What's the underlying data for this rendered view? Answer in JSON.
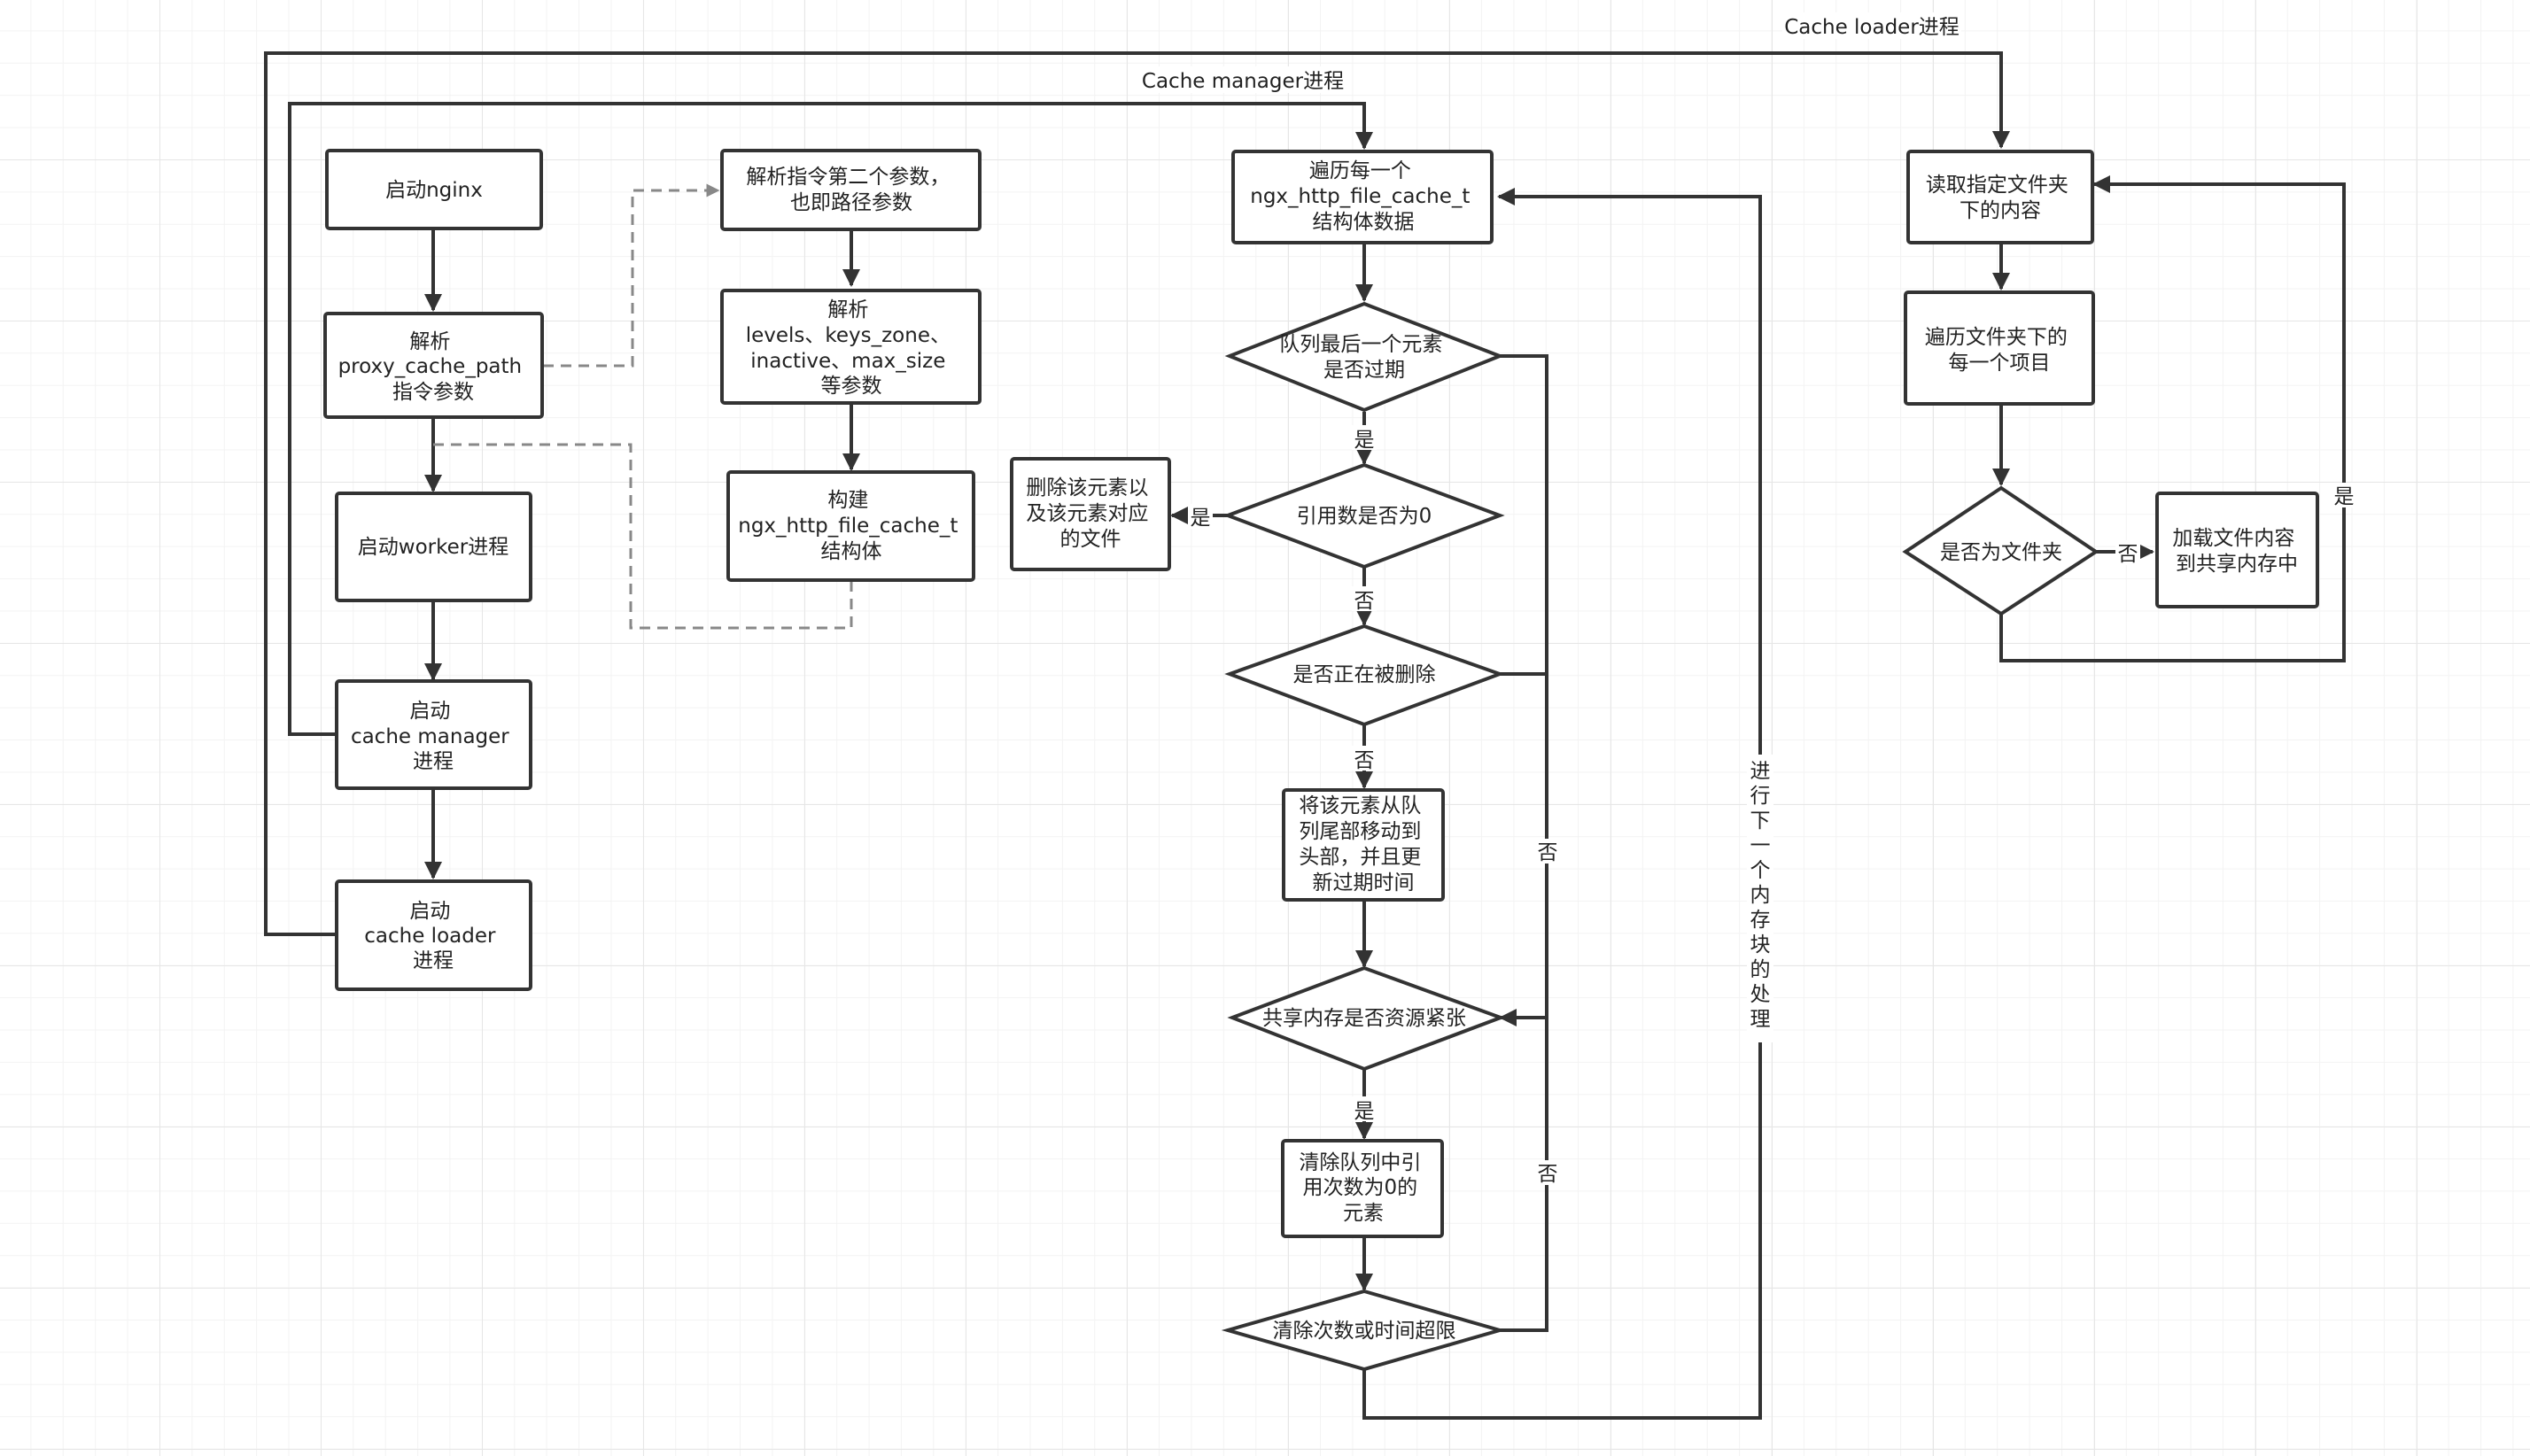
{
  "nodes": {
    "start_nginx": "启动nginx",
    "parse_path": [
      "解析",
      "proxy_cache_path",
      "指令参数"
    ],
    "start_worker": "启动worker进程",
    "start_manager": [
      "启动",
      "cache manager",
      "进程"
    ],
    "start_loader": [
      "启动",
      "cache loader",
      "进程"
    ],
    "parse_second": [
      "解析指令第二个参数，",
      "也即路径参数"
    ],
    "parse_params": [
      "解析",
      "levels、keys_zone、",
      "inactive、max_size",
      "等参数"
    ],
    "build_struct": [
      "构建",
      "ngx_http_file_cache_t",
      "结构体"
    ],
    "traverse": [
      "遍历每一个",
      "ngx_http_file_cache_t",
      "结构体数据"
    ],
    "last_expired": [
      "队列最后一个元素",
      "是否过期"
    ],
    "ref_zero": "引用数是否为0",
    "delete_elem": [
      "删除该元素以",
      "及该元素对应",
      "的文件"
    ],
    "being_deleted": "是否正在被删除",
    "move_head": [
      "将该元素从队",
      "列尾部移动到",
      "头部，并且更",
      "新过期时间"
    ],
    "shm_tight": "共享内存是否资源紧张",
    "clear_zero": [
      "清除队列中引",
      "用次数为0的",
      "元素"
    ],
    "clear_limit": "清除次数或时间超限",
    "read_folder": [
      "读取指定文件夹",
      "下的内容"
    ],
    "traverse_items": [
      "遍历文件夹下的",
      "每一个项目"
    ],
    "is_folder": "是否为文件夹",
    "load_file": [
      "加载文件内容",
      "到共享内存中"
    ]
  },
  "edge_labels": {
    "yes": "是",
    "no": "否",
    "next_block": "进行下一个内存块的处理"
  },
  "process_labels": {
    "cache_loader": "Cache loader进程",
    "cache_manager": "Cache manager进程"
  }
}
